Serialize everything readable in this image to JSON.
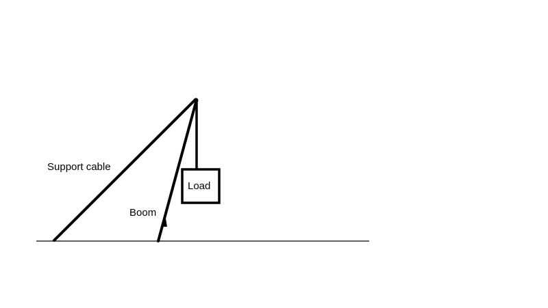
{
  "labels": {
    "support_cable": "Support cable",
    "boom": "Boom",
    "load": "Load"
  },
  "colors": {
    "line": "#000000",
    "background": "#ffffff"
  }
}
